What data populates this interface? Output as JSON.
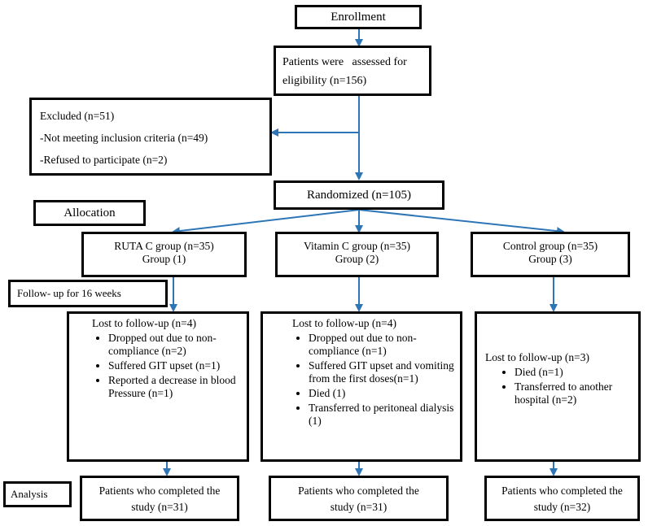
{
  "enrollment": {
    "label": "Enrollment"
  },
  "assessed": {
    "line1": "Patients were   assessed for",
    "line2": "eligibility (n=156)"
  },
  "excluded": {
    "title": "Excluded (n=51)",
    "reason1": "-Not meeting inclusion criteria (n=49)",
    "reason2": "-Refused to participate (n=2)"
  },
  "randomized": {
    "label": "Randomized (n=105)"
  },
  "allocation": {
    "label": "Allocation"
  },
  "followup": {
    "label": "Follow- up for 16 weeks"
  },
  "analysis": {
    "label": "Analysis"
  },
  "groups": [
    {
      "name": "RUTA C group (n=35)",
      "num": "Group (1)",
      "lost_title": "Lost to follow-up (n=4)",
      "lost_items": [
        "Dropped out due to non-compliance (n=2)",
        "Suffered GIT upset (n=1)",
        "Reported a decrease in blood Pressure (n=1)"
      ],
      "completed": "Patients who completed the study (n=31)"
    },
    {
      "name": "Vitamin C group (n=35)",
      "num": "Group (2)",
      "lost_title": "Lost to follow-up (n=4)",
      "lost_items": [
        "Dropped out due to non-compliance (n=1)",
        "Suffered GIT upset and vomiting from the first doses(n=1)",
        "Died (1)",
        "Transferred to peritoneal dialysis (1)"
      ],
      "completed": "Patients who completed the study (n=31)"
    },
    {
      "name": "Control group (n=35)",
      "num": "Group (3)",
      "lost_title": "Lost to follow-up (n=3)",
      "lost_items": [
        "Died (n=1)",
        "Transferred to another hospital (n=2)"
      ],
      "completed": "Patients who completed the study (n=32)"
    }
  ],
  "colors": {
    "arrow": "#2e75b6",
    "border": "#000000"
  }
}
